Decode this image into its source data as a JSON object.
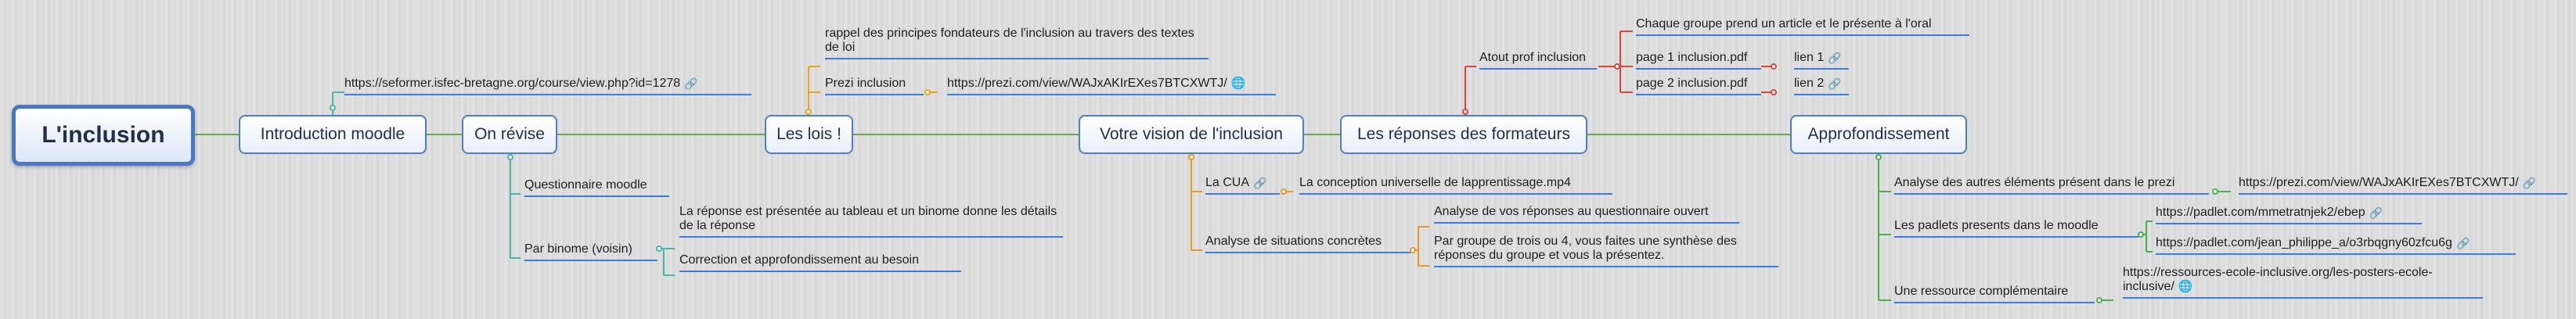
{
  "central": {
    "title": "L'inclusion"
  },
  "topics": {
    "intro": {
      "label": "Introduction moodle",
      "url": "https://seformer.isfec-bretagne.org/course/view.php?id=1278"
    },
    "revise": {
      "label": "On révise",
      "questionnaire": "Questionnaire moodle",
      "binome": "Par binome (voisin)",
      "reponse": "La réponse est présentée au tableau et un binome donne les détails de la réponse",
      "correction": "Correction et approfondissement au besoin"
    },
    "lois": {
      "label": "Les lois !",
      "rappel": "rappel des principes fondateurs de l'inclusion au travers des textes de loi",
      "prezi": "Prezi inclusion",
      "prezi_url": "https://prezi.com/view/WAJxAKIrEXes7BTCXWTJ/"
    },
    "vision": {
      "label": "Votre vision de l'inclusion",
      "cua": "La CUA",
      "cua_file": "La conception universelle de lapprentissage.mp4",
      "analyse": "Analyse de situations concrètes",
      "analyse_reponses": "Analyse de vos réponses au questionnaire ouvert",
      "groupe": "Par groupe de trois ou 4, vous faites une synthèse des réponses du groupe et vous la présentez."
    },
    "reponses": {
      "label": "Les réponses des formateurs",
      "atout": "Atout prof inclusion",
      "chaque": "Chaque groupe prend un article et le présente à l'oral",
      "page1": "page 1 inclusion.pdf",
      "page2": "page 2 inclusion.pdf",
      "lien1": "lien 1",
      "lien2": "lien 2"
    },
    "appro": {
      "label": "Approfondissement",
      "analyse": "Analyse des autres éléments présent dans le prezi",
      "analyse_url": "https://prezi.com/view/WAJxAKIrEXes7BTCXWTJ/",
      "padlets": "Les padlets presents dans le moodle",
      "padlet1": "https://padlet.com/mmetratnjek2/ebep",
      "padlet2": "https://padlet.com/jean_philippe_a/o3rbqgny60zfcu6g",
      "ressource": "Une ressource complémentaire",
      "ressource_url": "https://ressources-ecole-inclusive.org/les-posters-ecole-inclusive/"
    }
  },
  "icons": {
    "link": "link-icon",
    "globe": "globe-icon"
  },
  "colors": {
    "line_main": "#6aa84f",
    "line_revise": "#46b8a8",
    "line_lois": "#e6a817",
    "line_vision": "#e69a27",
    "line_reponses": "#d9463a",
    "line_appro": "#4caf50",
    "leaf_underline": "#3d7be0",
    "node_border": "#4f7fc8"
  }
}
